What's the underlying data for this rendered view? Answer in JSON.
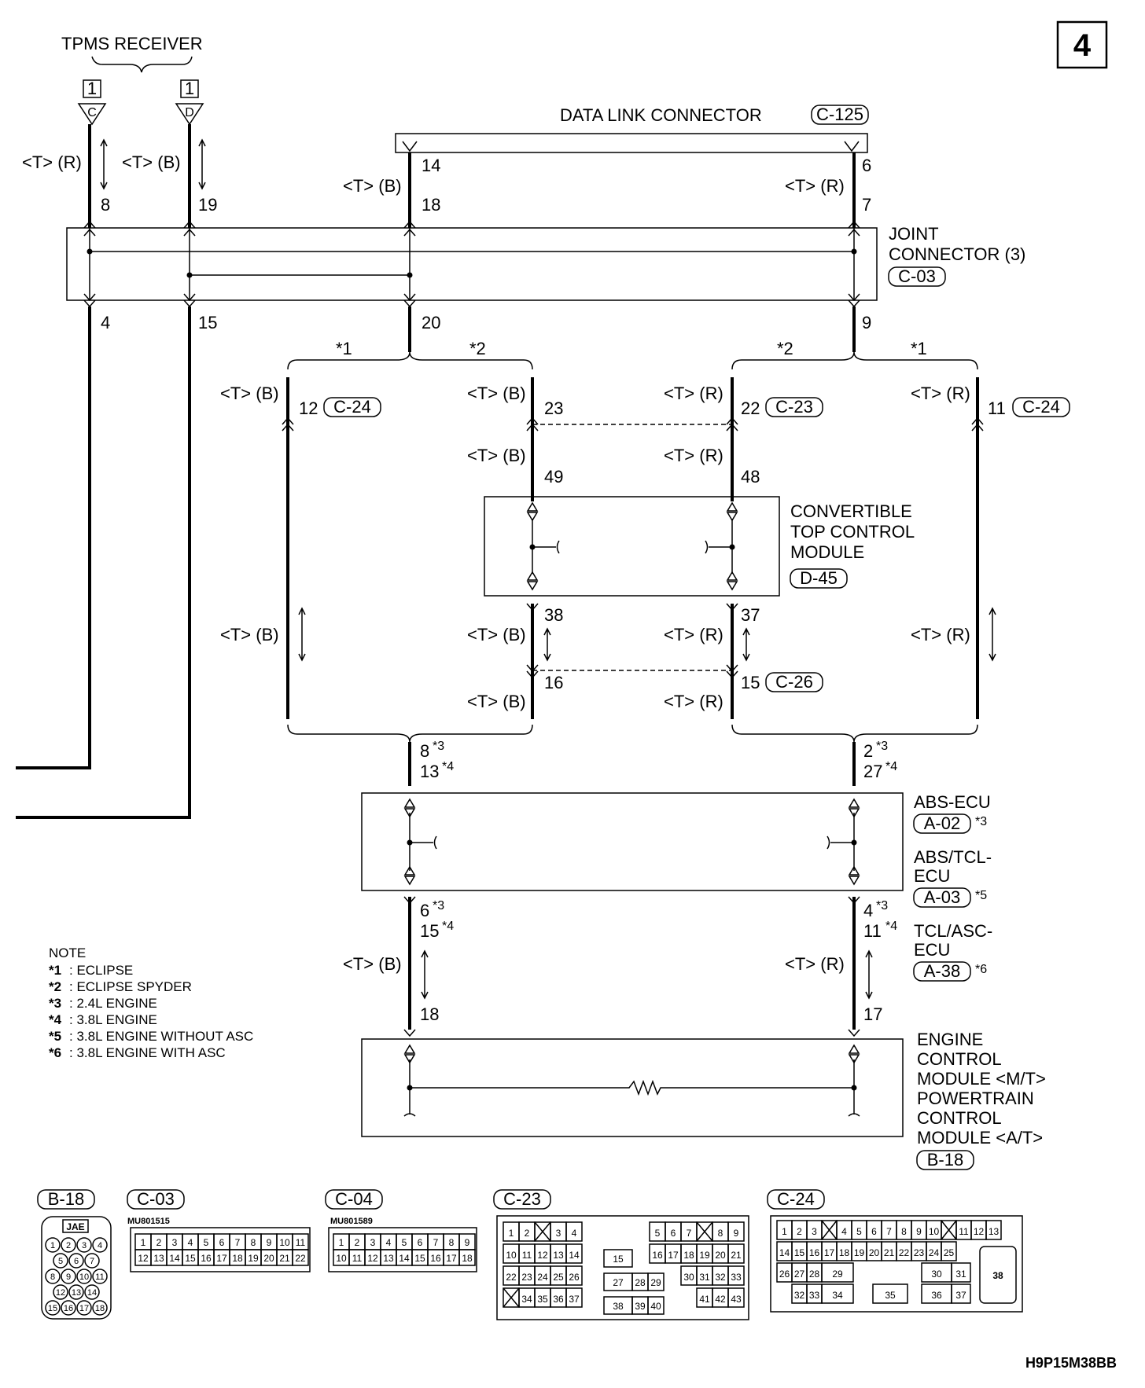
{
  "page_number": "4",
  "figure_code": "H9P15M38BB",
  "wire_colors": {
    "T_R": "<T> (R)",
    "T_B": "<T> (B)"
  },
  "tpms": {
    "title": "TPMS RECEIVER",
    "conn_num": "1",
    "c_letter": "C",
    "d_letter": "D",
    "c_pin": "8",
    "d_pin": "19"
  },
  "dlc": {
    "title": "DATA LINK CONNECTOR",
    "code": "C-125",
    "pin_left": "14",
    "pin_right": "6"
  },
  "joint": {
    "title_line1": "JOINT",
    "title_line2": "CONNECTOR (3)",
    "code": "C-03",
    "top_pins": [
      "8",
      "19",
      "18",
      "7"
    ],
    "bottom_pins": [
      "4",
      "15",
      "20",
      "9"
    ]
  },
  "marks": {
    "s1": "*1",
    "s2": "*2",
    "s3": "*3",
    "s4": "*4",
    "s5": "*5",
    "s6": "*6"
  },
  "branch": {
    "c24": "C-24",
    "c23": "C-23",
    "c26": "C-26",
    "pin12": "12",
    "pin23": "23",
    "pin22": "22",
    "pin11": "11",
    "pin49": "49",
    "pin48": "48",
    "pin38": "38",
    "pin37": "37",
    "pin16": "16",
    "pin15": "15"
  },
  "ctcm": {
    "line1": "CONVERTIBLE",
    "line2": "TOP CONTROL",
    "line3": "MODULE",
    "code": "D-45"
  },
  "abs": {
    "top_left_pins": [
      "8",
      "13"
    ],
    "top_right_pins": [
      "2",
      "27"
    ],
    "bottom_left_pins": [
      "6",
      "15"
    ],
    "bottom_right_pins": [
      "4",
      "11"
    ],
    "abs_ecu": "ABS-ECU",
    "abs_code": "A-02",
    "abstcl_line1": "ABS/TCL-",
    "abstcl_line2": "ECU",
    "abstcl_code": "A-03",
    "tclasc_line1": "TCL/ASC-",
    "tclasc_line2": "ECU",
    "tclasc_code": "A-38"
  },
  "ecm": {
    "pin_left": "18",
    "pin_right": "17",
    "lines": [
      "ENGINE",
      "CONTROL",
      "MODULE <M/T>",
      "POWERTRAIN",
      "CONTROL",
      "MODULE <A/T>"
    ],
    "code": "B-18"
  },
  "note": {
    "title": "NOTE",
    "items": [
      {
        "mark": "*1",
        "text": ": ECLIPSE"
      },
      {
        "mark": "*2",
        "text": ": ECLIPSE SPYDER"
      },
      {
        "mark": "*3",
        "text": ": 2.4L ENGINE"
      },
      {
        "mark": "*4",
        "text": ": 3.8L ENGINE"
      },
      {
        "mark": "*5",
        "text": ": 3.8L ENGINE WITHOUT ASC"
      },
      {
        "mark": "*6",
        "text": ": 3.8L ENGINE WITH ASC"
      }
    ]
  },
  "connectors": {
    "b18": {
      "code": "B-18",
      "brand": "JAE",
      "rows": [
        [
          "1",
          "2",
          "3",
          "4"
        ],
        [
          "5",
          "6",
          "7"
        ],
        [
          "8",
          "9",
          "10",
          "11"
        ],
        [
          "12",
          "13",
          "14"
        ],
        [
          "15",
          "16",
          "17",
          "18"
        ]
      ]
    },
    "c03": {
      "code": "C-03",
      "part": "MU801515",
      "rows": [
        [
          "1",
          "2",
          "3",
          "4",
          "5",
          "6",
          "7",
          "8",
          "9",
          "10",
          "11"
        ],
        [
          "12",
          "13",
          "14",
          "15",
          "16",
          "17",
          "18",
          "19",
          "20",
          "21",
          "22"
        ]
      ]
    },
    "c04": {
      "code": "C-04",
      "part": "MU801589",
      "rows": [
        [
          "1",
          "2",
          "3",
          "4",
          "5",
          "6",
          "7",
          "8",
          "9"
        ],
        [
          "10",
          "11",
          "12",
          "13",
          "14",
          "15",
          "16",
          "17",
          "18"
        ]
      ]
    },
    "c23": {
      "code": "C-23",
      "left_rows": [
        [
          "1",
          "2",
          "",
          "3",
          "4"
        ],
        [
          "10",
          "11",
          "12",
          "13",
          "14"
        ],
        [
          "22",
          "23",
          "24",
          "25",
          "26"
        ],
        [
          "",
          "34",
          "35",
          "36",
          "37"
        ]
      ],
      "mid": [
        "15",
        "27",
        "28",
        "29",
        "38",
        "39",
        "40"
      ],
      "right_rows": [
        [
          "5",
          "6",
          "7",
          "",
          "8",
          "9"
        ],
        [
          "16",
          "17",
          "18",
          "19",
          "20",
          "21"
        ],
        [
          "30",
          "31",
          "32",
          "33"
        ],
        [
          "41",
          "42",
          "43"
        ]
      ]
    },
    "c24": {
      "code": "C-24",
      "rows": [
        [
          "1",
          "2",
          "3",
          "",
          "4",
          "5",
          "6",
          "7",
          "8",
          "9",
          "10",
          "",
          "11",
          "12",
          "13"
        ],
        [
          "14",
          "15",
          "16",
          "17",
          "18",
          "19",
          "20",
          "21",
          "22",
          "23",
          "24",
          "25"
        ],
        [
          "26",
          "27",
          "28",
          "29",
          "30",
          "31"
        ],
        [
          "32",
          "33",
          "34",
          "35",
          "36",
          "37"
        ]
      ],
      "big": "38"
    }
  }
}
